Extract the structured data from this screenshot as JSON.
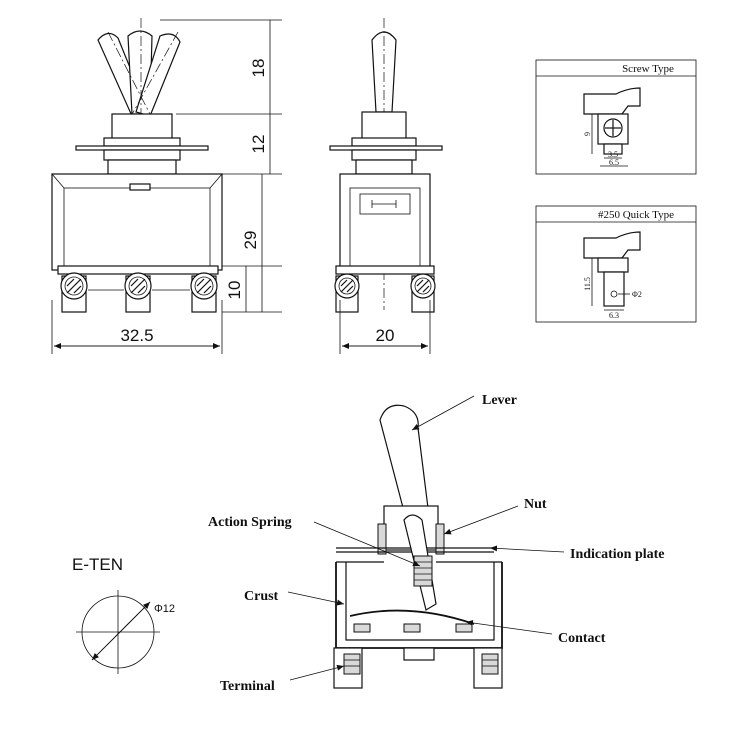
{
  "dimensions": {
    "lever_height": "18",
    "bushing_height": "12",
    "body_height": "29",
    "terminal_height": "10",
    "front_width": "32.5",
    "side_width": "20"
  },
  "screw_type": {
    "title": "Screw Type",
    "dim_height": "9",
    "dim_inner": "3.5",
    "dim_outer": "6.5"
  },
  "quick_type": {
    "title": "#250 Quick Type",
    "dim_height": "11.5",
    "dim_hole": "Φ2",
    "dim_width": "6.3"
  },
  "panel_cutout": {
    "model": "E-TEN",
    "diameter": "Φ12"
  },
  "parts": {
    "lever": "Lever",
    "nut": "Nut",
    "indication_plate": "Indication plate",
    "action_spring": "Action Spring",
    "crust": "Crust",
    "contact": "Contact",
    "terminal": "Terminal"
  }
}
